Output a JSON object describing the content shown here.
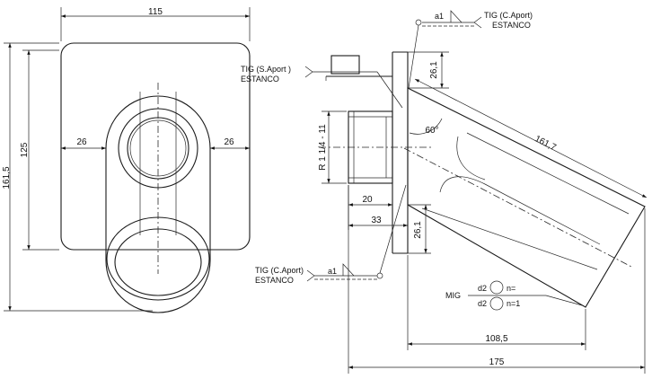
{
  "front_view": {
    "dim_width": "115",
    "dim_height_total": "161,5",
    "dim_height_plate": "125",
    "dim_left": "26",
    "dim_right": "26"
  },
  "side_view": {
    "tig_top_1": "TIG (C.Aport)",
    "tig_top_2": "ESTANCO",
    "tig_top_symbol": "a1",
    "tig_mid_1": "TIG (S.Aport )",
    "tig_mid_2": "ESTANCO",
    "tig_bottom_1": "TIG (C.Aport)",
    "tig_bottom_2": "ESTANCO",
    "tig_bottom_symbol": "a1",
    "dim_top_offset": "26,1",
    "dim_bottom_offset": "26,1",
    "dim_length": "161,7",
    "dim_angle": "60°",
    "thread": "R 1 1/4 - 11",
    "dim_20": "20",
    "dim_33": "33",
    "dim_108": "108,5",
    "dim_175": "175",
    "mig_label": "MIG",
    "mig_d2_top": "d2",
    "mig_n_top": "n=",
    "mig_d2_bottom": "d2",
    "mig_n_bottom": "n=1"
  }
}
